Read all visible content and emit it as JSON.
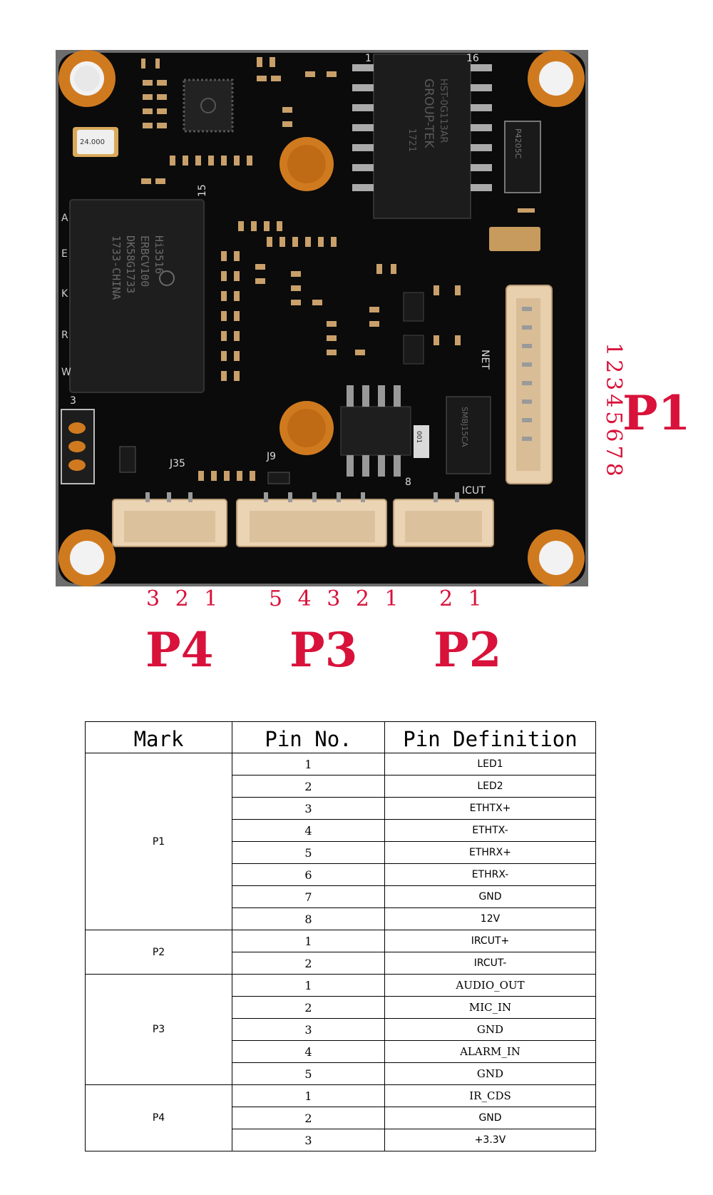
{
  "board": {
    "chip_main": [
      "Hi3516",
      "ERBCV100",
      "DK58G1733",
      "1733-CHINA"
    ],
    "chip_magnetics": [
      "HST-0G113AR",
      "GROUP-TEK",
      "1721"
    ],
    "crystal": "24.000",
    "silk": {
      "j35": "J35",
      "j9": "J9",
      "icut": "ICUT",
      "net": "NET",
      "mark_1a": "1",
      "mark_16": "16",
      "mark_15": "15",
      "mark_3": "3",
      "mark_8": "8",
      "side_letters": [
        "A",
        "E",
        "K",
        "R",
        "W"
      ],
      "resistor": "001",
      "diode": "SMBJ15CA",
      "tvs": "P4205C"
    }
  },
  "connectors": {
    "p1": {
      "label": "P1",
      "pins": "12345678"
    },
    "p2": {
      "label": "P2",
      "pins": "2 1"
    },
    "p3": {
      "label": "P3",
      "pins": "5 4 3 2 1"
    },
    "p4": {
      "label": "P4",
      "pins": "3 2 1"
    }
  },
  "table": {
    "headers": [
      "Mark",
      "Pin No.",
      "Pin Definition"
    ],
    "groups": [
      {
        "mark": "P1",
        "rows": [
          {
            "pin": "1",
            "def": "LED1"
          },
          {
            "pin": "2",
            "def": "LED2"
          },
          {
            "pin": "3",
            "def": "ETHTX+"
          },
          {
            "pin": "4",
            "def": "ETHTX-"
          },
          {
            "pin": "5",
            "def": "ETHRX+"
          },
          {
            "pin": "6",
            "def": "ETHRX-"
          },
          {
            "pin": "7",
            "def": "GND"
          },
          {
            "pin": "8",
            "def": "12V"
          }
        ]
      },
      {
        "mark": "P2",
        "rows": [
          {
            "pin": "1",
            "def": "IRCUT+"
          },
          {
            "pin": "2",
            "def": "IRCUT-"
          }
        ]
      },
      {
        "mark": "P3",
        "rows": [
          {
            "pin": "1",
            "def": "AUDIO_OUT"
          },
          {
            "pin": "2",
            "def": "MIC_IN"
          },
          {
            "pin": "3",
            "def": "GND"
          },
          {
            "pin": "4",
            "def": "ALARM_IN"
          },
          {
            "pin": "5",
            "def": "GND"
          }
        ]
      },
      {
        "mark": "P4",
        "rows": [
          {
            "pin": "1",
            "def": "IR_CDS"
          },
          {
            "pin": "2",
            "def": "GND"
          },
          {
            "pin": "3",
            "def": "+3.3V"
          }
        ]
      }
    ]
  }
}
